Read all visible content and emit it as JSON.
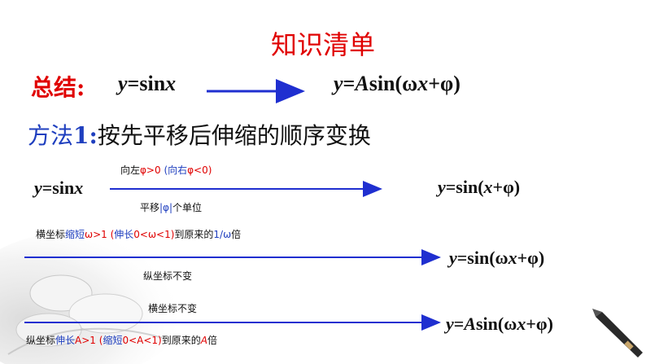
{
  "title": "知识清单",
  "summary": {
    "label": "总结:",
    "from_y": "y",
    "from_rest": "=sin",
    "from_x": "x",
    "to_y": "y",
    "to_eq": "=",
    "to_A": "A",
    "to_sin": "sin(ω",
    "to_x": "x",
    "to_tail": "+φ)"
  },
  "method": {
    "prefix": "方法",
    "number": "1:",
    "text": "按先平移后伸缩的顺序变换"
  },
  "step1": {
    "start_y": "y",
    "start_rest": "=sin",
    "start_x": "x",
    "above_a": "向左",
    "above_b": "φ>0",
    "above_c": " (向右",
    "above_d": "φ<0)",
    "below_a": "平移",
    "below_b": "|φ|",
    "below_c": "个单位",
    "result_y": "y",
    "result_mid": "=sin(",
    "result_x": "x",
    "result_tail": "+φ)"
  },
  "step2": {
    "above_a": "横坐标",
    "above_b": "缩短",
    "above_c": "ω>1 (",
    "above_d": "伸长",
    "above_e": "0<ω<1)",
    "above_f": "到原来的",
    "above_g": "1/ω",
    "above_h": "倍",
    "below": "纵坐标不变",
    "result_y": "y",
    "result_mid": "=sin(ω",
    "result_x": "x",
    "result_tail": "+φ)"
  },
  "step3": {
    "above": "横坐标不变",
    "below_a": "纵坐标",
    "below_b": "伸长",
    "below_c": "A>1 (",
    "below_d": "缩短",
    "below_e": "0<A<1)",
    "below_f": "到原来的",
    "below_g": "A",
    "below_h": "倍",
    "result_y": "y",
    "result_eq": "=",
    "result_A": "A",
    "result_mid": "sin(ω",
    "result_x": "x",
    "result_tail": "+φ)"
  },
  "colors": {
    "red": "#e00000",
    "blue": "#1f3fbf",
    "arrow": "#1f2fd0"
  }
}
